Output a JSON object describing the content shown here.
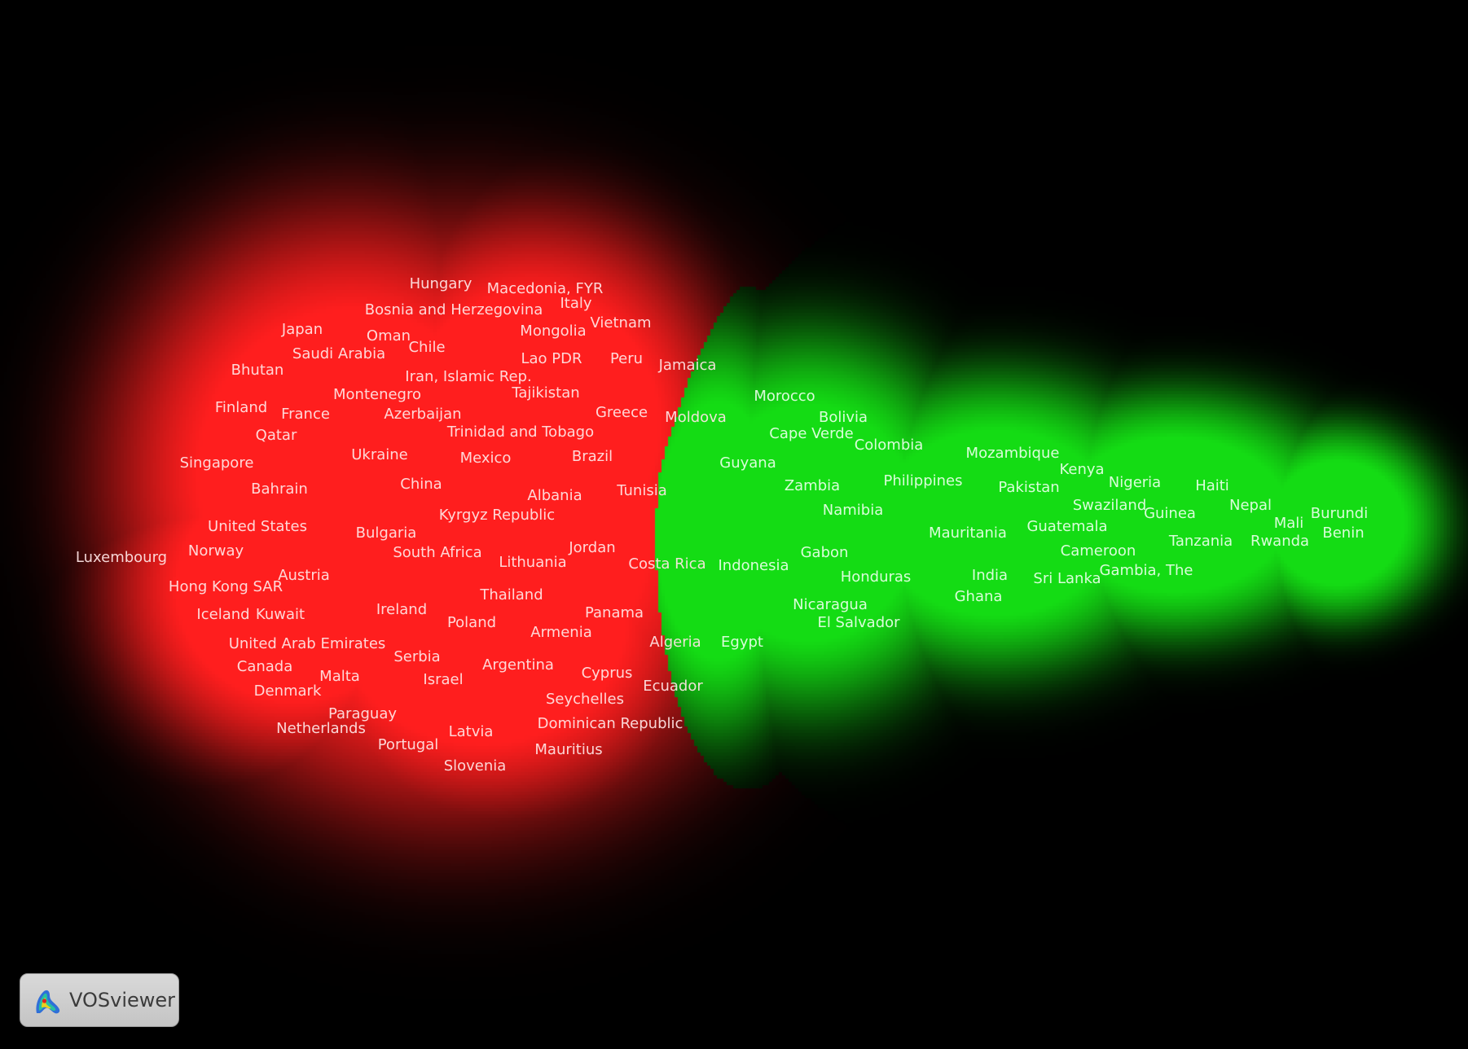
{
  "clusters": [
    {
      "color": "#ff1e1e",
      "countries": [
        "Hungary",
        "Macedonia, FYR",
        "Bosnia and Herzegovina",
        "Italy",
        "Japan",
        "Oman",
        "Mongolia",
        "Vietnam",
        "Saudi Arabia",
        "Chile",
        "Lao PDR",
        "Peru",
        "Jamaica",
        "Bhutan",
        "Iran, Islamic Rep.",
        "Montenegro",
        "Tajikistan",
        "Finland",
        "France",
        "Azerbaijan",
        "Greece",
        "Moldova",
        "Qatar",
        "Trinidad and Tobago",
        "Ukraine",
        "Mexico",
        "Brazil",
        "Singapore",
        "Bahrain",
        "China",
        "Albania",
        "Tunisia",
        "Kyrgyz Republic",
        "United States",
        "Bulgaria",
        "Jordan",
        "Luxembourg",
        "Norway",
        "South Africa",
        "Lithuania",
        "Costa Rica",
        "Austria",
        "Hong Kong SAR",
        "Thailand",
        "Ireland",
        "Panama",
        "Iceland",
        "Kuwait",
        "Poland",
        "Armenia",
        "Algeria",
        "United Arab Emirates",
        "Serbia",
        "Argentina",
        "Canada",
        "Malta",
        "Israel",
        "Cyprus",
        "Ecuador",
        "Denmark",
        "Seychelles",
        "Paraguay",
        "Dominican Republic",
        "Netherlands",
        "Latvia",
        "Portugal",
        "Mauritius",
        "Slovenia"
      ]
    },
    {
      "color": "#14dc14",
      "countries": [
        "Morocco",
        "Bolivia",
        "Cape Verde",
        "Colombia",
        "Mozambique",
        "Guyana",
        "Kenya",
        "Philippines",
        "Nigeria",
        "Zambia",
        "Pakistan",
        "Haiti",
        "Namibia",
        "Swaziland",
        "Nepal",
        "Guinea",
        "Burundi",
        "Mali",
        "Mauritania",
        "Guatemala",
        "Benin",
        "Rwanda",
        "Tanzania",
        "Gabon",
        "Cameroon",
        "Indonesia",
        "Gambia, The",
        "Honduras",
        "India",
        "Sri Lanka",
        "Ghana",
        "Nicaragua",
        "El Salvador",
        "Egypt"
      ]
    }
  ],
  "logo": {
    "text": "VOSviewer",
    "icon": "vosviewer-density-logo-icon"
  }
}
